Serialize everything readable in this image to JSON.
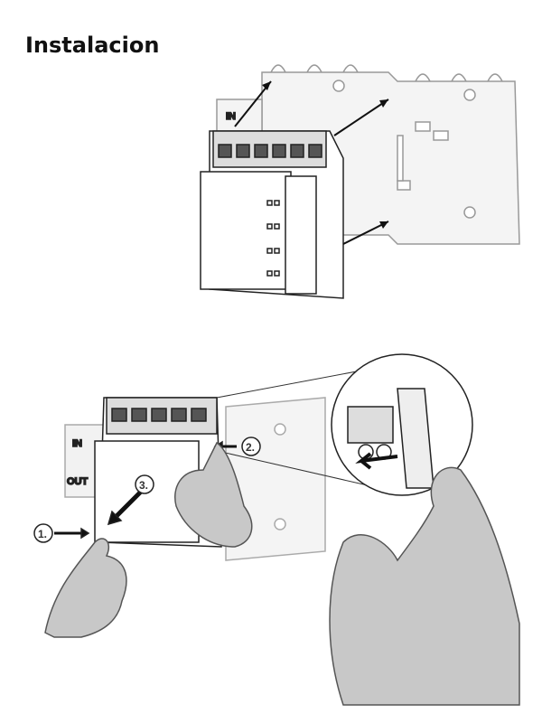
{
  "title": "Instalacion",
  "figure1": {
    "labels": {
      "in": "IN"
    }
  },
  "figure2": {
    "labels": {
      "in": "IN",
      "out": "OUT"
    },
    "steps": [
      "1.",
      "2.",
      "3."
    ]
  }
}
